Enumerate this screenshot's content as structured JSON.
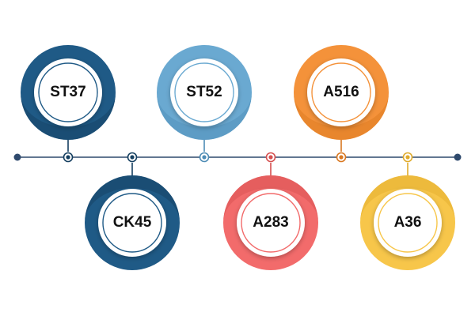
{
  "timeline": {
    "line_color": "#2f4a6d",
    "items": [
      {
        "label": "ST37",
        "color": "#1f5a86",
        "dark": "#153f60",
        "side": "top"
      },
      {
        "label": "CK45",
        "color": "#1f5a86",
        "dark": "#153f60",
        "side": "bottom"
      },
      {
        "label": "ST52",
        "color": "#6aa9d1",
        "dark": "#4d8cb5",
        "side": "top"
      },
      {
        "label": "A283",
        "color": "#f26b6b",
        "dark": "#d54f4f",
        "side": "bottom"
      },
      {
        "label": "A516",
        "color": "#f4923a",
        "dark": "#d9771f",
        "side": "top"
      },
      {
        "label": "A36",
        "color": "#f7c64a",
        "dark": "#e0ab2c",
        "side": "bottom"
      }
    ]
  }
}
